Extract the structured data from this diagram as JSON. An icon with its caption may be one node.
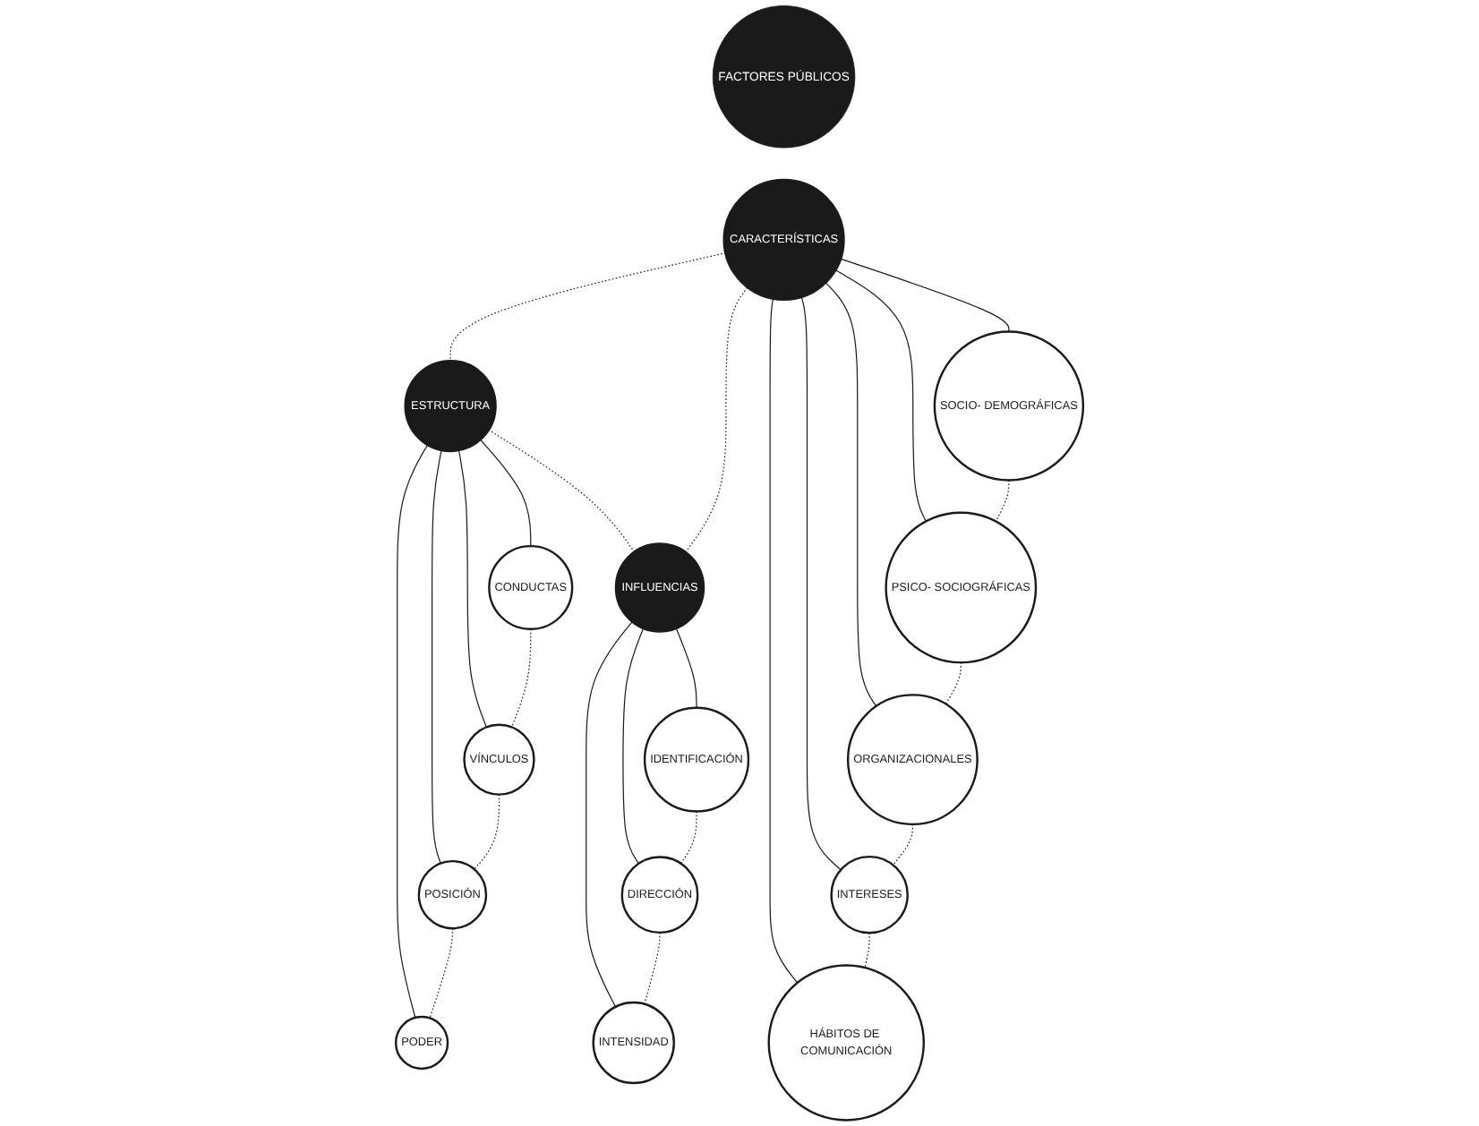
{
  "diagram": {
    "nodes": [
      {
        "text": [
          "FACTORES PÚBLICOS"
        ]
      },
      {
        "text": [
          "ESTRUCTURA"
        ]
      },
      {
        "text": [
          "CONDUCTAS"
        ]
      },
      {
        "text": [
          "VÍNCULOS"
        ]
      },
      {
        "text": [
          "POSICIÓN"
        ]
      },
      {
        "text": [
          "PODER"
        ]
      },
      {
        "text": [
          "CARACTERÍSTICAS"
        ]
      },
      {
        "text": [
          "SOCIO- DEMOGRÁFICAS"
        ]
      },
      {
        "text": [
          "PSICO- SOCIOGRÁFICAS"
        ]
      },
      {
        "text": [
          "ORGANIZACIONALES"
        ]
      },
      {
        "text": [
          "INTERESES"
        ]
      },
      {
        "text": [
          "HÁBITOS DE COMUNICACIÓN"
        ]
      },
      {
        "text": [
          "INFLUENCIAS"
        ]
      },
      {
        "text": [
          "IDENTIFICACIÓN"
        ]
      },
      {
        "text": [
          "DIRECCIÓN"
        ]
      },
      {
        "text": [
          "INTENSIDAD"
        ]
      }
    ],
    "edges": [
      {
        "from": 1,
        "to": 2,
        "arrow": "none"
      },
      {
        "from": 1,
        "to": 3,
        "arrow": "none"
      },
      {
        "from": 1,
        "to": 4,
        "arrow": "none"
      },
      {
        "from": 1,
        "to": 5,
        "arrow": "none"
      },
      {
        "from": 2,
        "to": 3,
        "arrow": "none",
        "style": "dashed"
      },
      {
        "from": 3,
        "to": 4,
        "arrow": "none",
        "style": "dashed"
      },
      {
        "from": 4,
        "to": 5,
        "arrow": "none",
        "style": "dashed"
      },
      {
        "from": 1,
        "to": 12,
        "arrow": "none",
        "style": "dashed"
      },
      {
        "from": 12,
        "to": 6,
        "arrow": "none",
        "style": "dashed"
      },
      {
        "from": 6,
        "to": 1,
        "arrow": "none",
        "style": "dashed"
      },
      {
        "from": 6,
        "to": 7,
        "arrow": "none"
      },
      {
        "from": 6,
        "to": 8,
        "arrow": "none"
      },
      {
        "from": 6,
        "to": 9,
        "arrow": "none"
      },
      {
        "from": 6,
        "to": 10,
        "arrow": "none"
      },
      {
        "from": 6,
        "to": 11,
        "arrow": "none"
      },
      {
        "from": 7,
        "to": 8,
        "arrow": "none",
        "style": "dashed"
      },
      {
        "from": 8,
        "to": 9,
        "arrow": "none",
        "style": "dashed"
      },
      {
        "from": 9,
        "to": 10,
        "arrow": "none",
        "style": "dashed"
      },
      {
        "from": 10,
        "to": 11,
        "arrow": "none",
        "style": "dashed"
      },
      {
        "from": 12,
        "to": 13,
        "arrow": "none"
      },
      {
        "from": 12,
        "to": 14,
        "arrow": "none"
      },
      {
        "from": 12,
        "to": 15,
        "arrow": "none"
      },
      {
        "from": 13,
        "to": 14,
        "arrow": "none",
        "style": "dashed"
      },
      {
        "from": 14,
        "to": 15,
        "arrow": "none",
        "style": "dashed"
      }
    ]
  }
}
